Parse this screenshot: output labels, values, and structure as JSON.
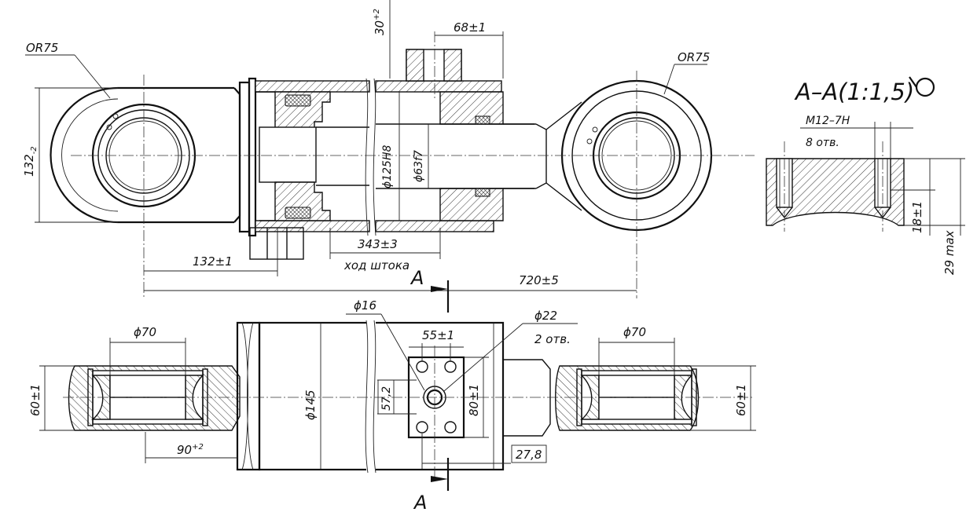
{
  "view_top": {
    "or75_left": "OR75",
    "or75_right": "OR75",
    "dim_132_base": "132",
    "dim_132_tol": "-2",
    "dim_30_base": "30",
    "dim_30_tol": "+2",
    "dim_68": "68±1",
    "dim_125": "ϕ125H8",
    "dim_63": "ϕ63f7",
    "dim_343": "343±3",
    "stroke_label": "ход штока",
    "dim_132_1": "132±1",
    "dim_720": "720±5",
    "section_a_top": "A"
  },
  "view_bottom": {
    "dim_70_left": "ϕ70",
    "dim_70_right": "ϕ70",
    "dim_60_left": "60±1",
    "dim_60_right": "60±1",
    "dim_90_base": "90",
    "dim_90_tol": "+2",
    "dim_145": "ϕ145",
    "dim_16": "ϕ16",
    "dim_55": "55±1",
    "dim_22": "ϕ22",
    "holes_2": "2 отв.",
    "dim_57_2": "57,2",
    "dim_80": "80±1",
    "dim_27_8": "27,8",
    "section_a_bottom": "A"
  },
  "section": {
    "title": "A–A(1:1,5)",
    "thread": "M12–7H",
    "holes_8": "8 отв.",
    "dim_18": "18±1",
    "dim_29": "29 max"
  }
}
